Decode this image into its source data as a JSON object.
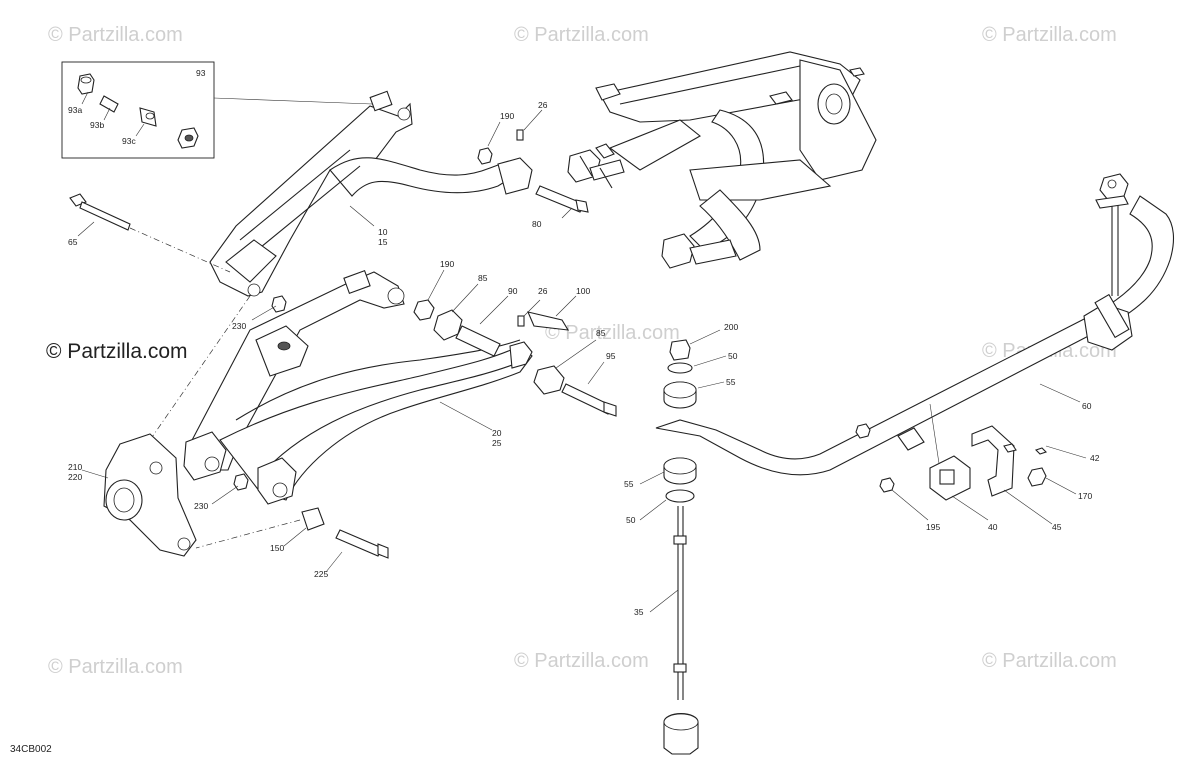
{
  "watermarks": {
    "top_left": "© Partzilla.com",
    "top_center": "© Partzilla.com",
    "top_right": "© Partzilla.com",
    "mid_left": "© Partzilla.com",
    "mid_center": "© Partzilla.com",
    "mid_right": "© Partzilla.com",
    "bottom_left": "© Partzilla.com",
    "bottom_center": "© Partzilla.com",
    "bottom_right": "© Partzilla.com"
  },
  "diagram_code": "34CB002",
  "callouts": {
    "c93": "93",
    "c93a": "93a",
    "c93b": "93b",
    "c93c": "93c",
    "c190a": "190",
    "c26a": "26",
    "c80": "80",
    "c10": "10",
    "c15": "15",
    "c65": "65",
    "c230a": "230",
    "c190b": "190",
    "c85a": "85",
    "c90": "90",
    "c26b": "26",
    "c100": "100",
    "c85b": "85",
    "c95": "95",
    "c20": "20",
    "c25": "25",
    "c210": "210",
    "c220": "220",
    "c230b": "230",
    "c150": "150",
    "c225": "225",
    "c200": "200",
    "c50a": "50",
    "c55a": "55",
    "c55b": "55",
    "c50b": "50",
    "c35": "35",
    "c60": "60",
    "c42": "42",
    "c170": "170",
    "c195": "195",
    "c40": "40",
    "c45": "45"
  }
}
